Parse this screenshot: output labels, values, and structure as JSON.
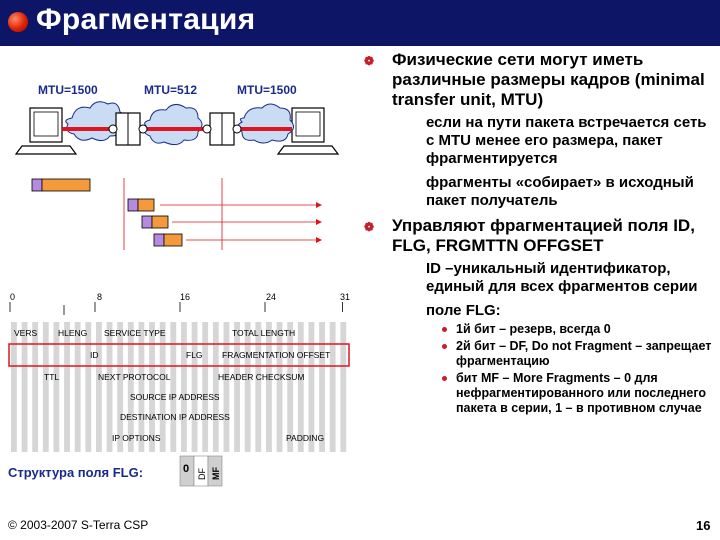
{
  "title": "Фрагментация",
  "mtu": [
    "MTU=1500",
    "MTU=512",
    "MTU=1500"
  ],
  "bullets": [
    {
      "level": 1,
      "text": "Физические сети могут иметь различные размеры кадров (minimal transfer unit, MTU)"
    },
    {
      "level": 2,
      "text": "если на пути пакета встречается сеть с MTU менее его размера, пакет фрагментируется"
    },
    {
      "level": 2,
      "text": "фрагменты «собирает» в исходный пакет получатель"
    },
    {
      "level": 1,
      "text": "Управляют фрагментацией поля ID, FLG, FRGMTTN OFFGSET"
    },
    {
      "level": 2,
      "text": "ID –уникальный идентификатор, единый для всех фрагментов серии"
    },
    {
      "level": 2,
      "text": "поле FLG:"
    },
    {
      "level": 3,
      "text": "1й бит – резерв, всегда 0"
    },
    {
      "level": 3,
      "text": "2й бит – DF, Do not Fragment – запрещает фрагментацию"
    },
    {
      "level": 3,
      "text": "бит MF – More Fragments – 0 для нефрагментированного или последнего пакета в серии, 1 – в противном случае"
    }
  ],
  "header": {
    "bit_ticks": [
      "0",
      "8",
      "16",
      "24",
      "31"
    ],
    "rows": [
      [
        "VERS",
        "HLENG",
        "SERVICE TYPE",
        "TOTAL LENGTH"
      ],
      [
        "ID",
        "FLG",
        "FRAGMENTATION OFFSET"
      ],
      [
        "TTL",
        "NEXT PROTOCOL",
        "HEADER CHECKSUM"
      ],
      [
        "SOURCE IP ADDRESS"
      ],
      [
        "DESTINATION IP ADDRESS"
      ],
      [
        "IP OPTIONS",
        "PADDING"
      ]
    ]
  },
  "flg": {
    "label": "Структура поля FLG:",
    "bits": [
      "0",
      "DF",
      "MF"
    ]
  },
  "footer": {
    "copyright": "© 2003-2007   S-Terra CSP",
    "page": "16"
  },
  "colors": {
    "title_bg": "#0d1566",
    "title_text": "#ffffff",
    "accent_red": "#e0141e",
    "packet_orange": "#f39a3c",
    "packet_purple": "#b58ae0",
    "cloud_fill": "#c9dcf3",
    "label_blue": "#1a2a8a"
  }
}
